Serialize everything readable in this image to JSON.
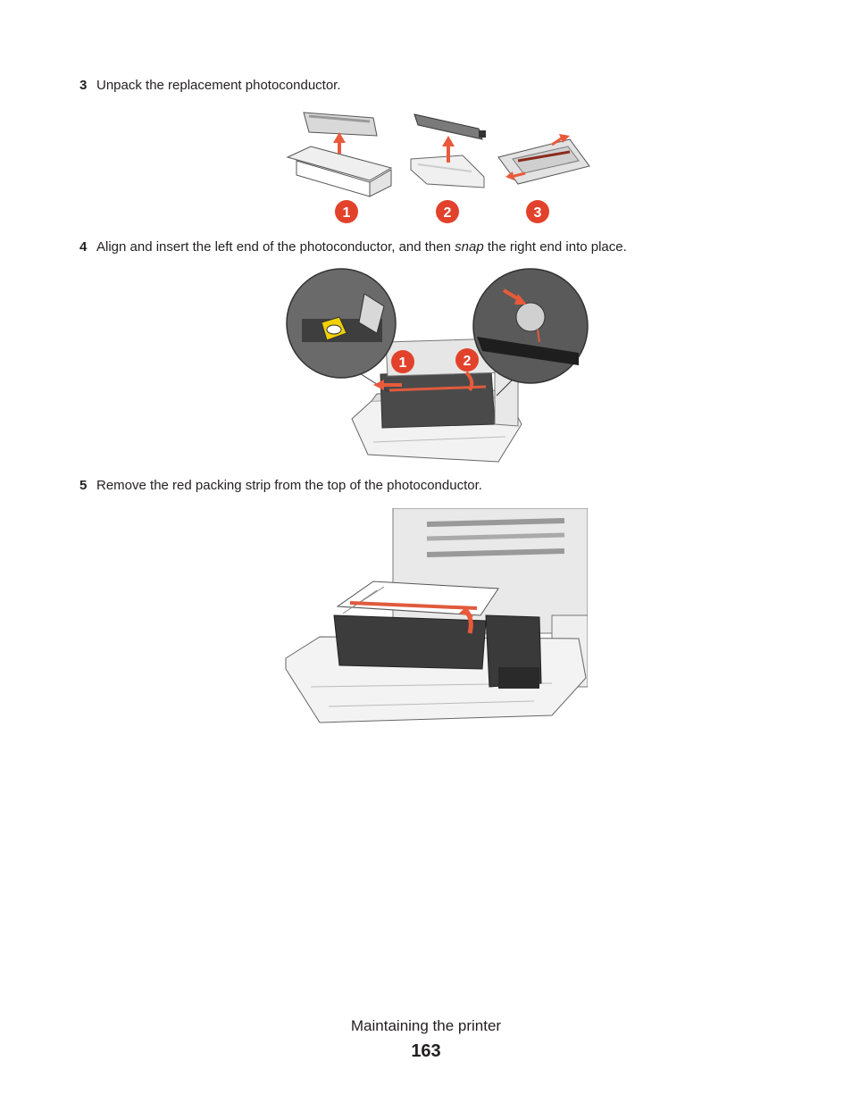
{
  "steps": [
    {
      "number": "3",
      "text": "Unpack the replacement photoconductor."
    },
    {
      "number": "4",
      "text_before": "Align and insert the left end of the photoconductor, and then ",
      "text_italic": "snap",
      "text_after": " the right end into place."
    },
    {
      "number": "5",
      "text": "Remove the red packing strip from the top of the photoconductor."
    }
  ],
  "callouts": {
    "unpack": [
      "1",
      "2",
      "3"
    ],
    "insert": [
      "1",
      "2"
    ]
  },
  "footer": {
    "section_title": "Maintaining the printer",
    "page_number": "163"
  },
  "colors": {
    "text": "#231f20",
    "callout_red": "#e2422b",
    "arrow_red": "#e85a3a",
    "packing_strip": "#e05a3c"
  }
}
